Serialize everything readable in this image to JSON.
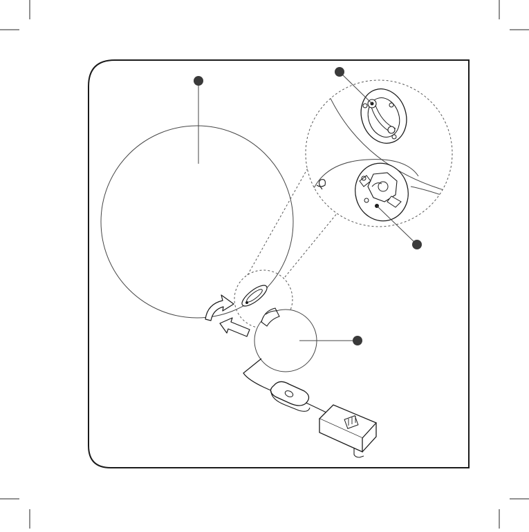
{
  "diagram": {
    "style": "assembly instruction line drawing",
    "colors": {
      "line": "#1a1a1a",
      "thin_line": "#555555",
      "callout_dot": "#3a3a3a",
      "background": "#ffffff"
    },
    "callouts": [
      {
        "id": "large-sphere-callout"
      },
      {
        "id": "upper-mount-callout"
      },
      {
        "id": "lower-mount-callout"
      },
      {
        "id": "small-sphere-callout"
      }
    ],
    "icons": [
      "rotate-arrow-icon",
      "push-arrow-icon",
      "inline-switch-icon",
      "power-adapter-icon"
    ]
  }
}
